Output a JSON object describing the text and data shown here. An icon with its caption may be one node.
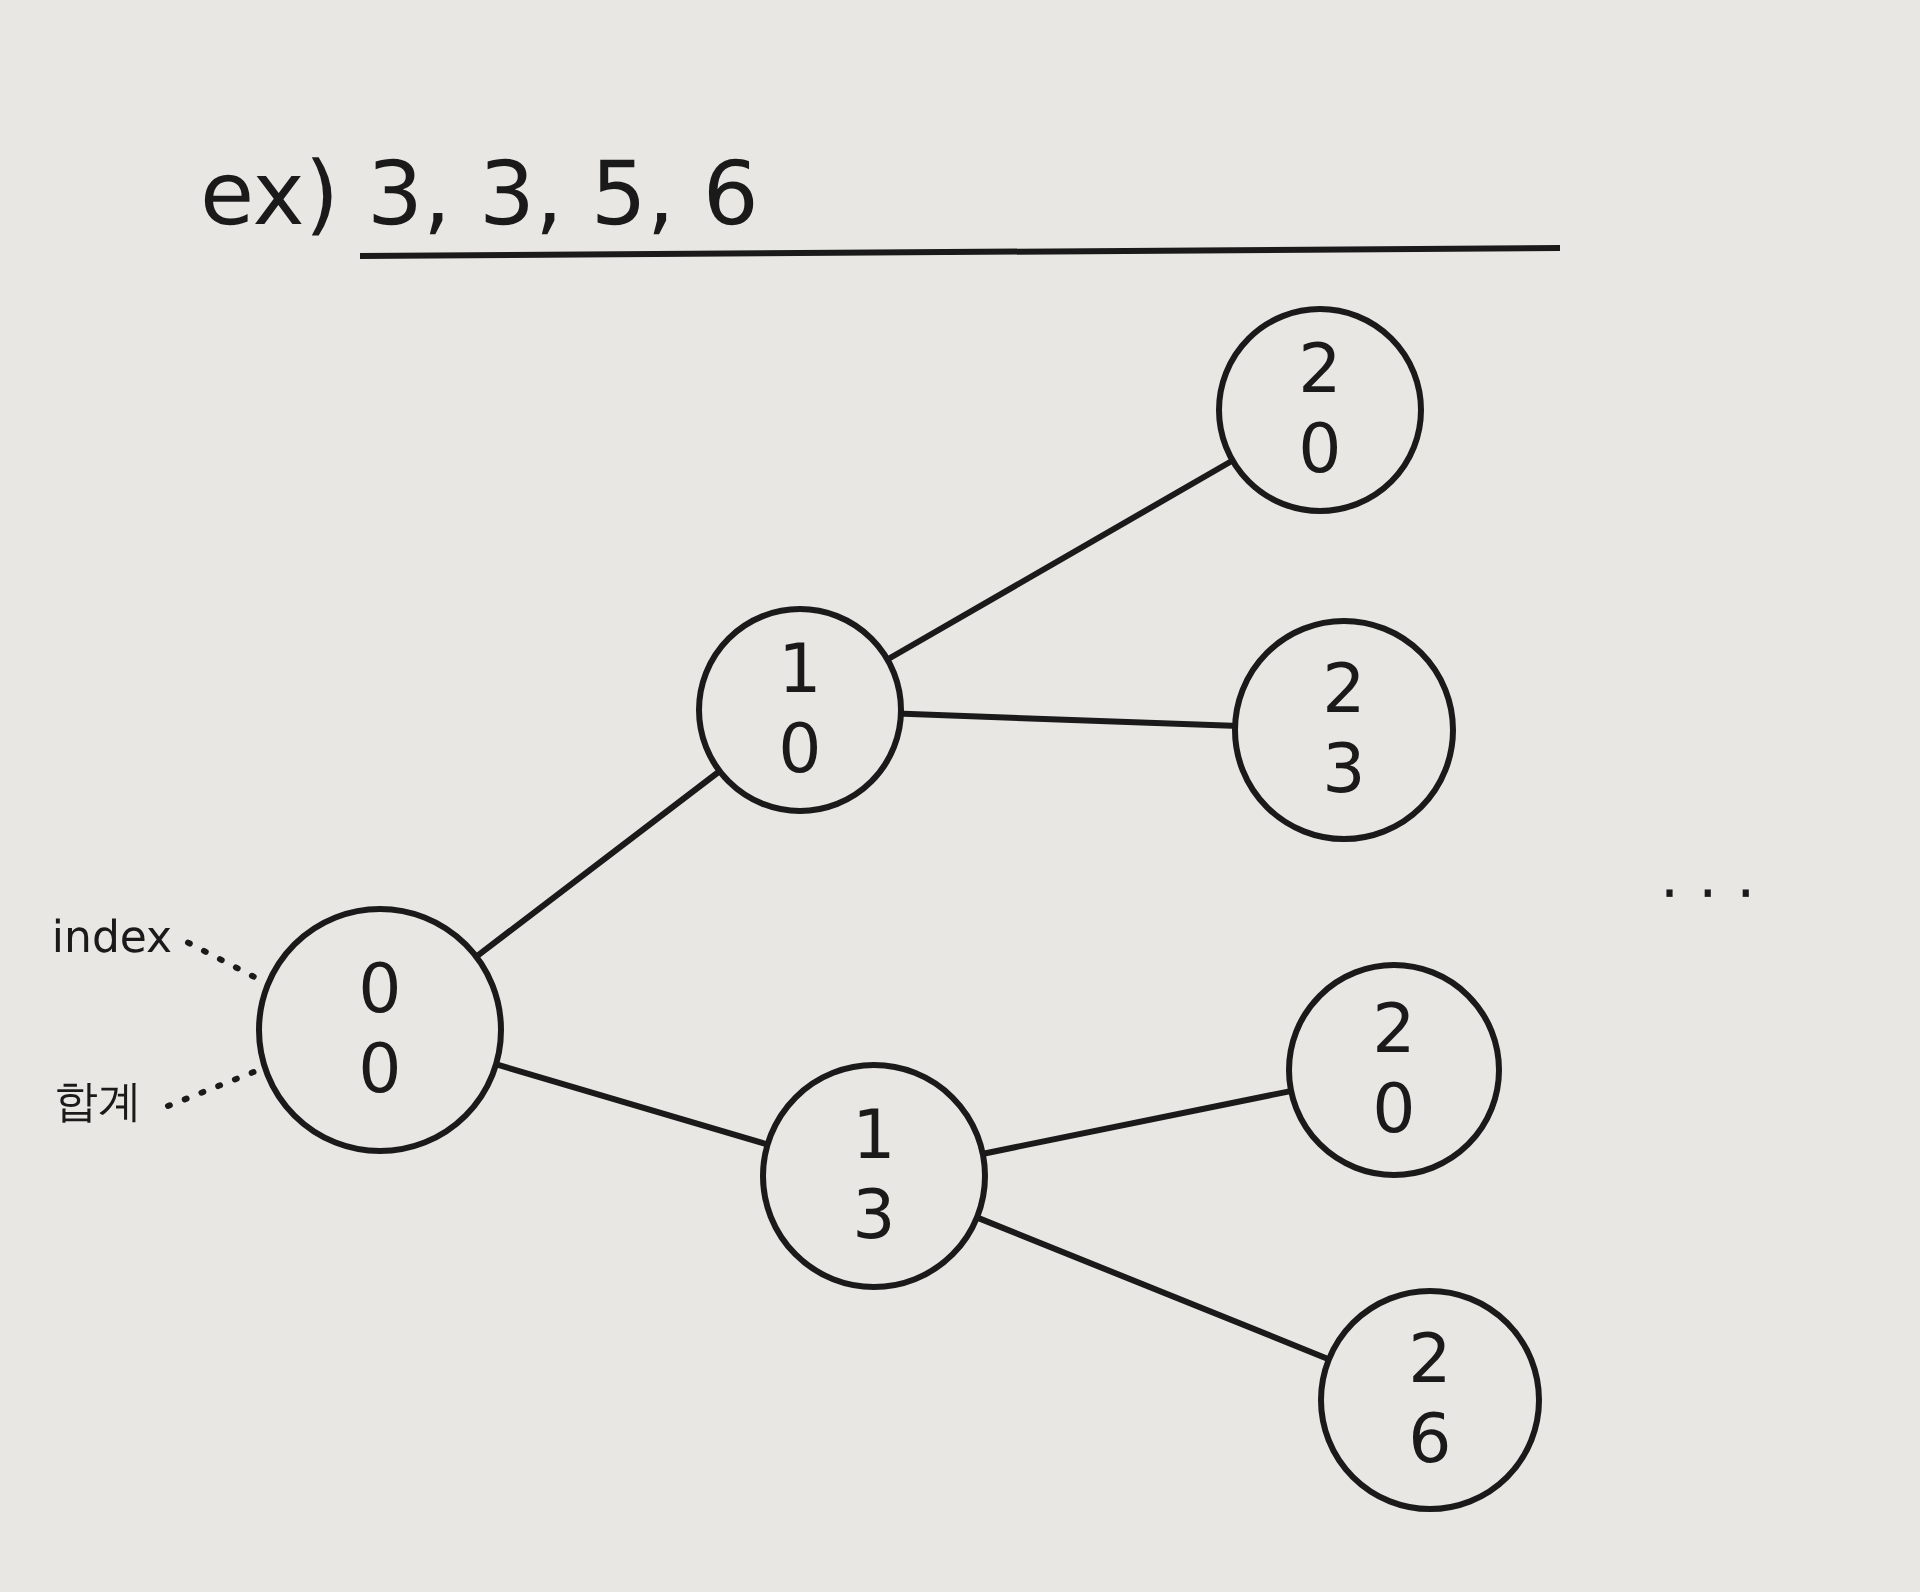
{
  "diagram": {
    "title": "ex) 3, 3, 5, 6",
    "nodes": [
      {
        "text": [
          "0",
          "0"
        ]
      },
      {
        "text": [
          "1",
          "0"
        ]
      },
      {
        "text": [
          "1",
          "3"
        ]
      },
      {
        "text": [
          "2",
          "0"
        ]
      },
      {
        "text": [
          "2",
          "3"
        ]
      },
      {
        "text": [
          "2",
          "0"
        ]
      },
      {
        "text": [
          "2",
          "6"
        ]
      },
      {
        "text": [
          "index"
        ]
      },
      {
        "text": [
          "합계"
        ]
      }
    ],
    "edges": [
      {
        "from": 0,
        "to": 1,
        "arrow": "none"
      },
      {
        "from": 0,
        "to": 2,
        "arrow": "none"
      },
      {
        "from": 1,
        "to": 3,
        "arrow": "none"
      },
      {
        "from": 1,
        "to": 4,
        "arrow": "none"
      },
      {
        "from": 2,
        "to": 5,
        "arrow": "none"
      },
      {
        "from": 2,
        "to": 6,
        "arrow": "none"
      },
      {
        "from": 7,
        "to": 0,
        "arrow": "none",
        "style": "dashed"
      },
      {
        "from": 8,
        "to": 0,
        "arrow": "none",
        "style": "dashed"
      }
    ],
    "labels": [
      "· · ·"
    ]
  }
}
